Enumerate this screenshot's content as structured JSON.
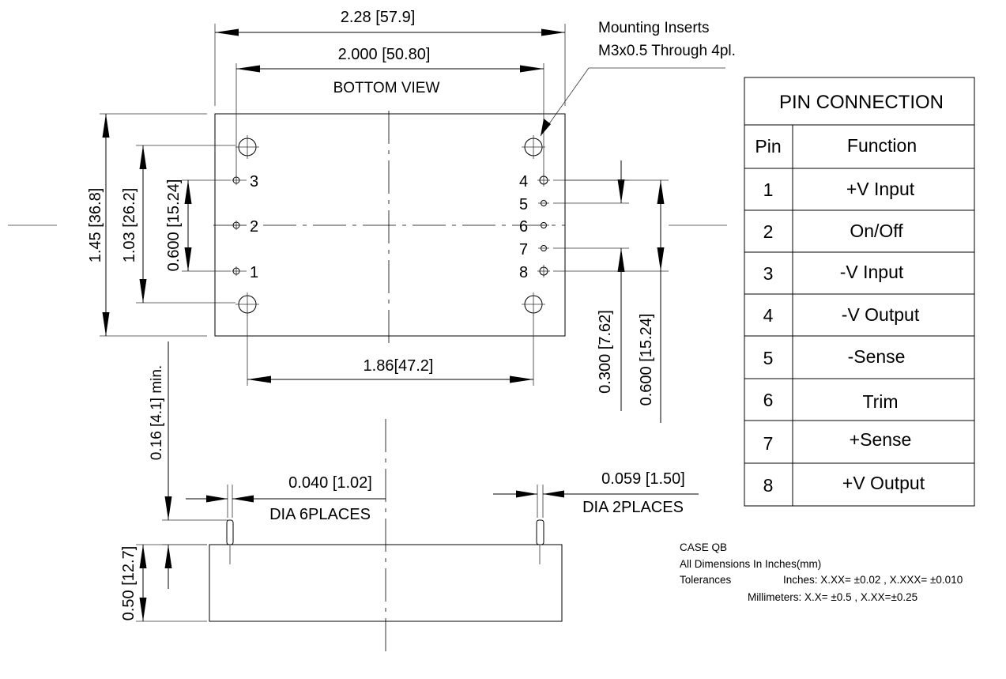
{
  "drawing": {
    "dims": {
      "overall_width": "2.28 [57.9]",
      "pin_span": "2.000 [50.80]",
      "view_label": "BOTTOM VIEW",
      "overall_height": "1.45 [36.8]",
      "insert_vertical": "1.03 [26.2]",
      "pin_pitch_left": "0.600 [15.24]",
      "insert_horizontal": "1.86[47.2]",
      "pitch_300": "0.300 [7.62]",
      "pitch_600": "0.600 [15.24]",
      "pin_length": "0.16 [4.1] min.",
      "pin_dia_small": "0.040 [1.02]",
      "pin_dia_small_note": "DIA 6PLACES",
      "pin_dia_large": "0.059 [1.50]",
      "pin_dia_large_note": "DIA 2PLACES",
      "height": "0.50 [12.7]"
    },
    "mounting": {
      "line1": "Mounting Inserts",
      "line2": "M3x0.5 Through 4pl."
    },
    "pin_labels": {
      "p1": "1",
      "p2": "2",
      "p3": "3",
      "p4": "4",
      "p5": "5",
      "p6": "6",
      "p7": "7",
      "p8": "8"
    },
    "notes": {
      "case": "CASE QB",
      "units": "All Dimensions In Inches(mm)",
      "tol_label": "Tolerances",
      "tol_inches": "Inches: X.XX= ±0.02 , X.XXX= ±0.010",
      "tol_mm": "Millimeters: X.X= ±0.5 , X.XX=±0.25"
    }
  },
  "pin_table": {
    "title": "PIN CONNECTION",
    "headers": [
      "Pin",
      "Function"
    ],
    "rows": [
      [
        "1",
        "+V Input"
      ],
      [
        "2",
        "On/Off"
      ],
      [
        "3",
        "-V Input"
      ],
      [
        "4",
        "-V Output"
      ],
      [
        "5",
        "-Sense"
      ],
      [
        "6",
        "Trim"
      ],
      [
        "7",
        "+Sense"
      ],
      [
        "8",
        "+V Output"
      ]
    ]
  }
}
